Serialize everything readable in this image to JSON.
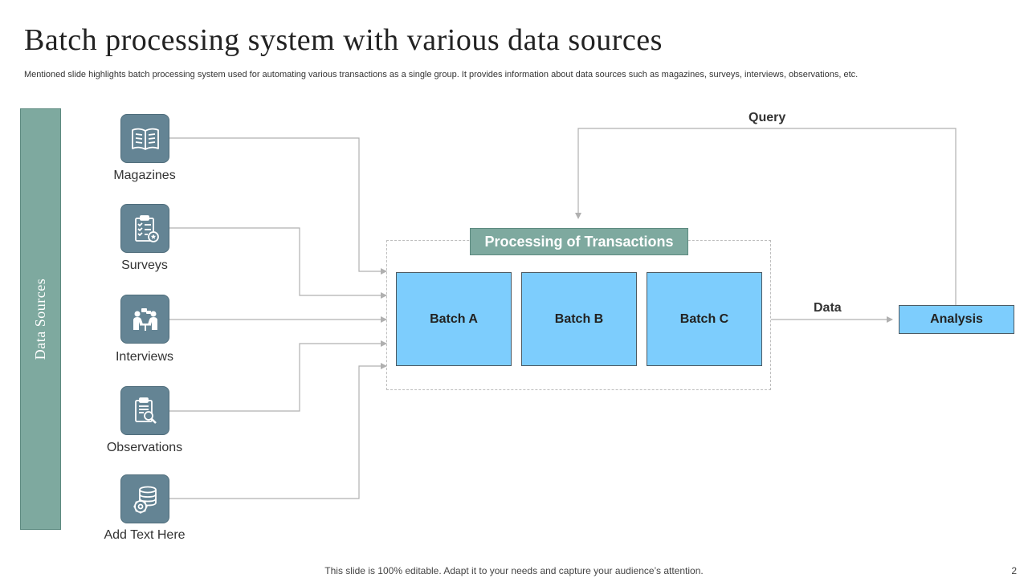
{
  "slide": {
    "title": "Batch processing system with various data sources",
    "subtitle": "Mentioned slide highlights batch processing system used for automating various transactions as a single group. It provides information about data sources such as magazines, surveys, interviews, observations, etc.",
    "footer": "This slide is 100% editable. Adapt it to your needs and capture your audience’s attention.",
    "page_number": "2"
  },
  "sidebar": {
    "label": "Data Sources"
  },
  "sources": [
    {
      "label": "Magazines",
      "icon": "book-icon"
    },
    {
      "label": "Surveys",
      "icon": "clipboard-checklist-icon"
    },
    {
      "label": "Interviews",
      "icon": "interview-people-icon"
    },
    {
      "label": "Observations",
      "icon": "document-magnifier-icon"
    },
    {
      "label": "Add Text Here",
      "icon": "database-gear-icon"
    }
  ],
  "processing": {
    "title": "Processing of Transactions",
    "batches": [
      "Batch A",
      "Batch B",
      "Batch C"
    ]
  },
  "analysis": {
    "label": "Analysis"
  },
  "edges": {
    "query": "Query",
    "data": "Data"
  },
  "colors": {
    "sidebar_fill": "#7ea99f",
    "icon_fill": "#648494",
    "batch_fill": "#7dcdfd",
    "connector": "#b0b0b0"
  }
}
